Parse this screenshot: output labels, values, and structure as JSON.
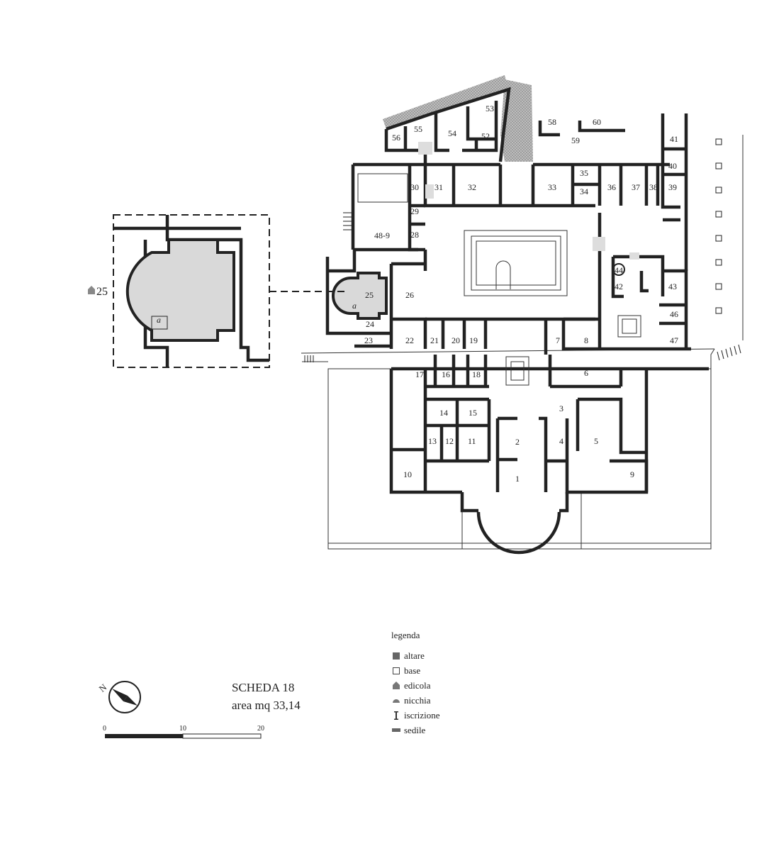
{
  "sheet": {
    "title": "SCHEDA 18",
    "area": "area mq 33,14"
  },
  "detail_marker": "25",
  "inset_label": "a",
  "room_numbers": [
    "1",
    "2",
    "3",
    "4",
    "5",
    "6",
    "7",
    "8",
    "9",
    "10",
    "11",
    "12",
    "13",
    "14",
    "15",
    "16",
    "17",
    "18",
    "19",
    "20",
    "21",
    "22",
    "23",
    "24",
    "25",
    "26",
    "28",
    "29",
    "30",
    "31",
    "32",
    "33",
    "34",
    "35",
    "36",
    "37",
    "38",
    "39",
    "40",
    "41",
    "42",
    "43",
    "44",
    "46",
    "47",
    "48-9",
    "52",
    "53",
    "54",
    "55",
    "56",
    "58",
    "59",
    "60"
  ],
  "legend": {
    "title": "legenda",
    "items": [
      {
        "label": "altare",
        "symbol": "filled-square"
      },
      {
        "label": "base",
        "symbol": "outline-square"
      },
      {
        "label": "edicola",
        "symbol": "house-shape"
      },
      {
        "label": "nicchia",
        "symbol": "half-dome"
      },
      {
        "label": "iscrizione",
        "symbol": "bar-I"
      },
      {
        "label": "sedile",
        "symbol": "bench-rect"
      }
    ]
  },
  "scale": {
    "ticks": [
      "0",
      "10",
      "20"
    ]
  },
  "compass": {
    "label": "N"
  },
  "colors": {
    "wall": "#222222",
    "highlight": "#dddddd",
    "hatch": "#9a9a9a"
  }
}
